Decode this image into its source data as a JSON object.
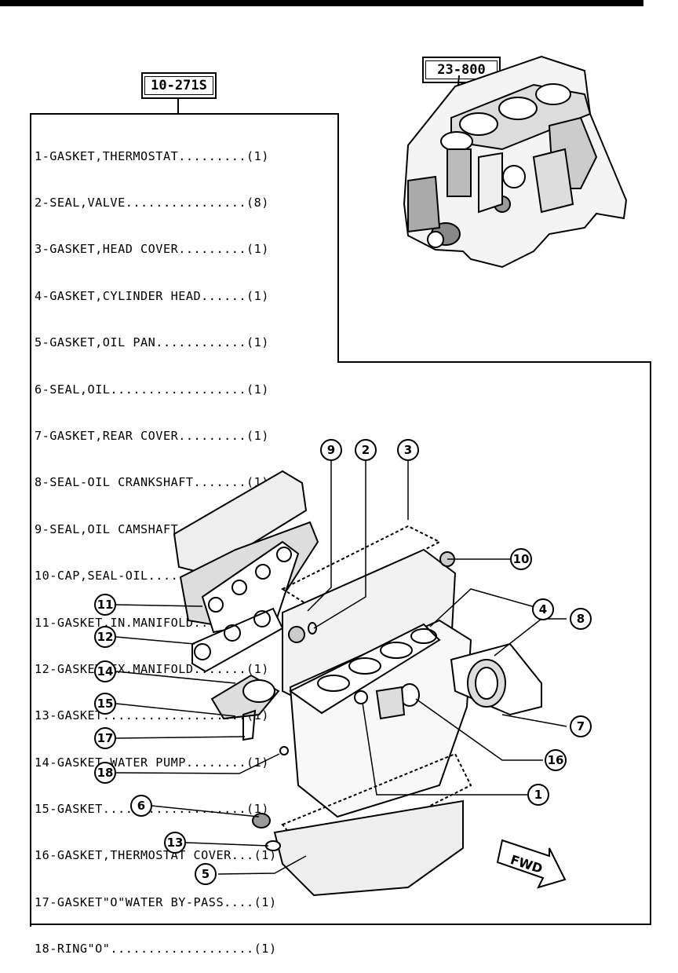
{
  "kit_code": "10-271S",
  "block_code": "23-800",
  "parts": [
    "1-GASKET,THERMOSTAT.........(1)",
    "2-SEAL,VALVE................(8)",
    "3-GASKET,HEAD COVER.........(1)",
    "4-GASKET,CYLINDER HEAD......(1)",
    "5-GASKET,OIL PAN............(1)",
    "6-SEAL,OIL..................(1)",
    "7-GASKET,REAR COVER.........(1)",
    "8-SEAL-OIL CRANKSHAFT.......(1)",
    "9-SEAL,OIL CAMSHAFT.........(1)",
    "10-CAP,SEAL-OIL.............(1)",
    "11-GASKET,IN.MANIFOLD.......(1)",
    "12-GASKET,EX.MANIFOLD.......(1)",
    "13-GASKET...................(1)",
    "14-GASKET,WATER PUMP........(1)",
    "15-GASKET...................(1)",
    "16-GASKET,THERMOSTAT COVER...(1)",
    "17-GASKET\"O\"WATER BY-PASS....(1)",
    "18-RING\"O\"...................(1)"
  ],
  "callouts": [
    "1",
    "2",
    "3",
    "4",
    "5",
    "6",
    "7",
    "8",
    "9",
    "10",
    "11",
    "12",
    "13",
    "14",
    "15",
    "16",
    "17",
    "18"
  ],
  "direction_label": "FWD"
}
